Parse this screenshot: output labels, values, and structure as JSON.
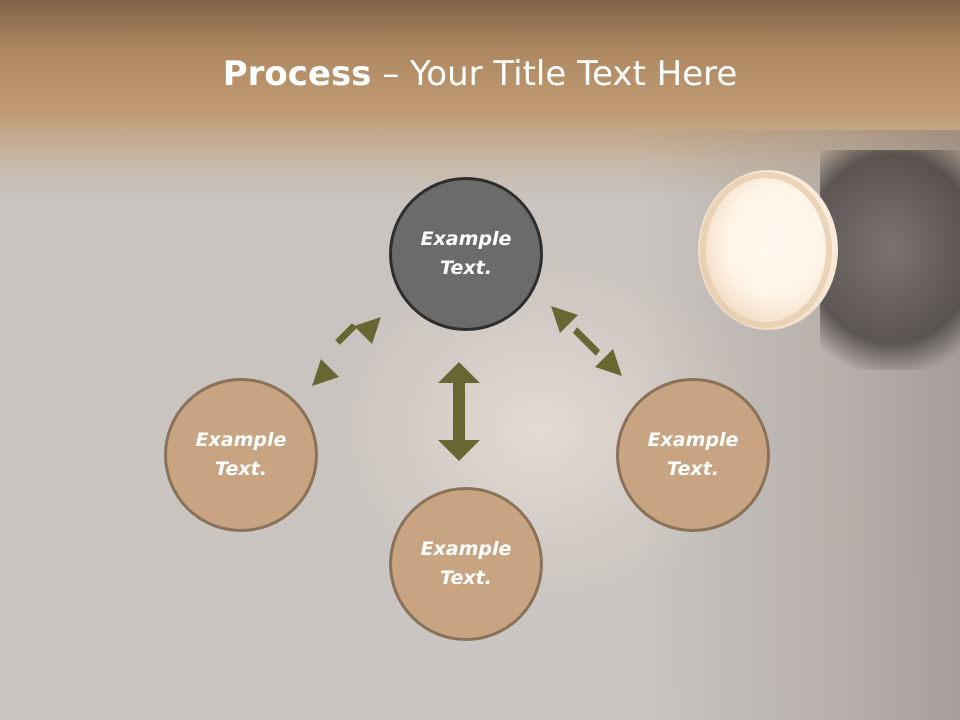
{
  "title": {
    "bold_part": "Process",
    "rest_part": " – Your Title Text Here"
  },
  "nodes": {
    "top": "Example\nText.",
    "left": "Example\nText.",
    "bottom": "Example\nText.",
    "right": "Example\nText."
  },
  "colors": {
    "arrow": "#676733",
    "center_node": "#6b6b6b",
    "outer_node": "#c8a482",
    "title_band": "#b48e66"
  },
  "icons": {
    "background_image": "spotlight-lamp"
  }
}
